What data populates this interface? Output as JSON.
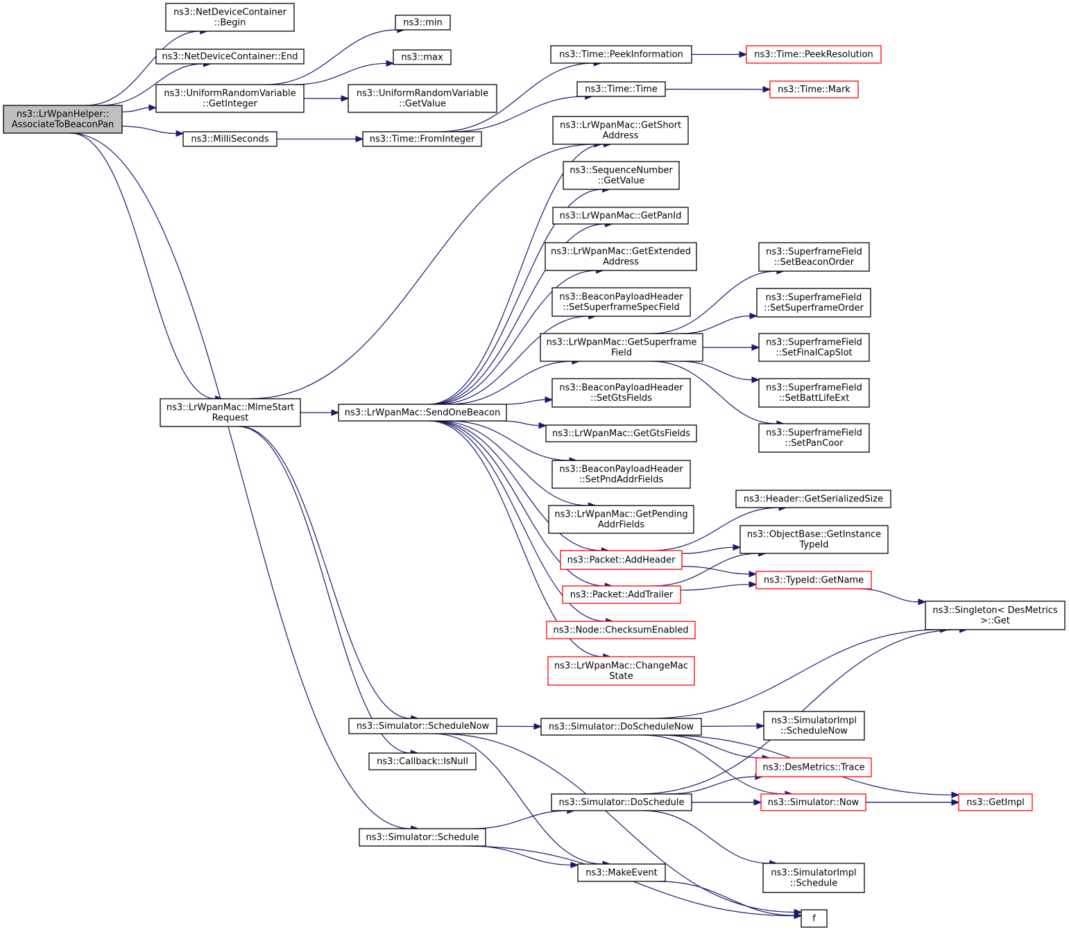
{
  "nodes": [
    {
      "id": "root",
      "lines": [
        "ns3::LrWpanHelper::",
        "AssociateToBeaconPan"
      ],
      "style": "root"
    },
    {
      "id": "ndc_begin",
      "lines": [
        "ns3::NetDeviceContainer",
        "::Begin"
      ],
      "style": "normal"
    },
    {
      "id": "ndc_end",
      "lines": [
        "ns3::NetDeviceContainer::End"
      ],
      "style": "normal"
    },
    {
      "id": "urv_getint",
      "lines": [
        "ns3::UniformRandomVariable",
        "::GetInteger"
      ],
      "style": "normal"
    },
    {
      "id": "min",
      "lines": [
        "ns3::min"
      ],
      "style": "normal"
    },
    {
      "id": "max",
      "lines": [
        "ns3::max"
      ],
      "style": "normal"
    },
    {
      "id": "urv_getval",
      "lines": [
        "ns3::UniformRandomVariable",
        "::GetValue"
      ],
      "style": "normal"
    },
    {
      "id": "millis",
      "lines": [
        "ns3::MilliSeconds"
      ],
      "style": "normal"
    },
    {
      "id": "fromint",
      "lines": [
        "ns3::Time::FromInteger"
      ],
      "style": "normal"
    },
    {
      "id": "peekinfo",
      "lines": [
        "ns3::Time::PeekInformation"
      ],
      "style": "normal"
    },
    {
      "id": "peekres",
      "lines": [
        "ns3::Time::PeekResolution"
      ],
      "style": "red"
    },
    {
      "id": "time",
      "lines": [
        "ns3::Time::Time"
      ],
      "style": "normal"
    },
    {
      "id": "mark",
      "lines": [
        "ns3::Time::Mark"
      ],
      "style": "red"
    },
    {
      "id": "getshort",
      "lines": [
        "ns3::LrWpanMac::GetShort",
        "Address"
      ],
      "style": "normal"
    },
    {
      "id": "seqnum",
      "lines": [
        "ns3::SequenceNumber",
        "::GetValue"
      ],
      "style": "normal"
    },
    {
      "id": "getpanid",
      "lines": [
        "ns3::LrWpanMac::GetPanId"
      ],
      "style": "normal"
    },
    {
      "id": "getext",
      "lines": [
        "ns3::LrWpanMac::GetExtended",
        "Address"
      ],
      "style": "normal"
    },
    {
      "id": "setsfspec",
      "lines": [
        "ns3::BeaconPayloadHeader",
        "::SetSuperframeSpecField"
      ],
      "style": "normal"
    },
    {
      "id": "getsf",
      "lines": [
        "ns3::LrWpanMac::GetSuperframe",
        "Field"
      ],
      "style": "normal"
    },
    {
      "id": "setgts",
      "lines": [
        "ns3::BeaconPayloadHeader",
        "::SetGtsFields"
      ],
      "style": "normal"
    },
    {
      "id": "getgts",
      "lines": [
        "ns3::LrWpanMac::GetGtsFields"
      ],
      "style": "normal"
    },
    {
      "id": "setpnd",
      "lines": [
        "ns3::BeaconPayloadHeader",
        "::SetPndAddrFields"
      ],
      "style": "normal"
    },
    {
      "id": "getpend",
      "lines": [
        "ns3::LrWpanMac::GetPending",
        "AddrFields"
      ],
      "style": "normal"
    },
    {
      "id": "addheader",
      "lines": [
        "ns3::Packet::AddHeader"
      ],
      "style": "red"
    },
    {
      "id": "addtrailer",
      "lines": [
        "ns3::Packet::AddTrailer"
      ],
      "style": "red"
    },
    {
      "id": "checksum",
      "lines": [
        "ns3::Node::ChecksumEnabled"
      ],
      "style": "red"
    },
    {
      "id": "changemac",
      "lines": [
        "ns3::LrWpanMac::ChangeMac",
        "State"
      ],
      "style": "red"
    },
    {
      "id": "sf_bo",
      "lines": [
        "ns3::SuperframeField",
        "::SetBeaconOrder"
      ],
      "style": "normal"
    },
    {
      "id": "sf_so",
      "lines": [
        "ns3::SuperframeField",
        "::SetSuperframeOrder"
      ],
      "style": "normal"
    },
    {
      "id": "sf_fcs",
      "lines": [
        "ns3::SuperframeField",
        "::SetFinalCapSlot"
      ],
      "style": "normal"
    },
    {
      "id": "sf_ble",
      "lines": [
        "ns3::SuperframeField",
        "::SetBattLifeExt"
      ],
      "style": "normal"
    },
    {
      "id": "sf_pc",
      "lines": [
        "ns3::SuperframeField",
        "::SetPanCoor"
      ],
      "style": "normal"
    },
    {
      "id": "hdr_size",
      "lines": [
        "ns3::Header::GetSerializedSize"
      ],
      "style": "normal"
    },
    {
      "id": "ob_tid",
      "lines": [
        "ns3::ObjectBase::GetInstance",
        "TypeId"
      ],
      "style": "normal"
    },
    {
      "id": "tid_name",
      "lines": [
        "ns3::TypeId::GetName"
      ],
      "style": "red"
    },
    {
      "id": "singleton",
      "lines": [
        "ns3::Singleton< DesMetrics",
        ">::Get"
      ],
      "style": "normal"
    },
    {
      "id": "mlme",
      "lines": [
        "ns3::LrWpanMac::MlmeStart",
        "Request"
      ],
      "style": "normal"
    },
    {
      "id": "sendbeacon",
      "lines": [
        "ns3::LrWpanMac::SendOneBeacon"
      ],
      "style": "normal"
    },
    {
      "id": "schednow",
      "lines": [
        "ns3::Simulator::ScheduleNow"
      ],
      "style": "normal"
    },
    {
      "id": "doschednow",
      "lines": [
        "ns3::Simulator::DoScheduleNow"
      ],
      "style": "normal"
    },
    {
      "id": "simimpl_sn",
      "lines": [
        "ns3::SimulatorImpl",
        "::ScheduleNow"
      ],
      "style": "normal"
    },
    {
      "id": "desmetrics",
      "lines": [
        "ns3::DesMetrics::Trace"
      ],
      "style": "red"
    },
    {
      "id": "isnull",
      "lines": [
        "ns3::Callback::IsNull"
      ],
      "style": "normal"
    },
    {
      "id": "dosched",
      "lines": [
        "ns3::Simulator::DoSchedule"
      ],
      "style": "normal"
    },
    {
      "id": "simnow",
      "lines": [
        "ns3::Simulator::Now"
      ],
      "style": "red"
    },
    {
      "id": "getimpl",
      "lines": [
        "ns3::GetImpl"
      ],
      "style": "red"
    },
    {
      "id": "sched",
      "lines": [
        "ns3::Simulator::Schedule"
      ],
      "style": "normal"
    },
    {
      "id": "makeevent",
      "lines": [
        "ns3::MakeEvent"
      ],
      "style": "normal"
    },
    {
      "id": "simimpl_s",
      "lines": [
        "ns3::SimulatorImpl",
        "::Schedule"
      ],
      "style": "normal"
    },
    {
      "id": "f",
      "lines": [
        "f"
      ],
      "style": "normal"
    }
  ],
  "edges": [
    [
      "root",
      "ndc_begin"
    ],
    [
      "root",
      "ndc_end"
    ],
    [
      "root",
      "urv_getint"
    ],
    [
      "root",
      "millis"
    ],
    [
      "root",
      "mlme"
    ],
    [
      "root",
      "sched"
    ],
    [
      "urv_getint",
      "min"
    ],
    [
      "urv_getint",
      "max"
    ],
    [
      "urv_getint",
      "urv_getval"
    ],
    [
      "millis",
      "fromint"
    ],
    [
      "fromint",
      "peekinfo"
    ],
    [
      "fromint",
      "time"
    ],
    [
      "peekinfo",
      "peekres"
    ],
    [
      "time",
      "mark"
    ],
    [
      "mlme",
      "getshort"
    ],
    [
      "mlme",
      "sendbeacon"
    ],
    [
      "mlme",
      "schednow"
    ],
    [
      "mlme",
      "isnull"
    ],
    [
      "sendbeacon",
      "getshort"
    ],
    [
      "sendbeacon",
      "seqnum"
    ],
    [
      "sendbeacon",
      "getpanid"
    ],
    [
      "sendbeacon",
      "getext"
    ],
    [
      "sendbeacon",
      "setsfspec"
    ],
    [
      "sendbeacon",
      "getsf"
    ],
    [
      "sendbeacon",
      "setgts"
    ],
    [
      "sendbeacon",
      "getgts"
    ],
    [
      "sendbeacon",
      "setpnd"
    ],
    [
      "sendbeacon",
      "getpend"
    ],
    [
      "sendbeacon",
      "addheader"
    ],
    [
      "sendbeacon",
      "addtrailer"
    ],
    [
      "sendbeacon",
      "checksum"
    ],
    [
      "sendbeacon",
      "changemac"
    ],
    [
      "getsf",
      "sf_bo"
    ],
    [
      "getsf",
      "sf_so"
    ],
    [
      "getsf",
      "sf_fcs"
    ],
    [
      "getsf",
      "sf_ble"
    ],
    [
      "getsf",
      "sf_pc"
    ],
    [
      "addheader",
      "hdr_size"
    ],
    [
      "addheader",
      "ob_tid"
    ],
    [
      "addheader",
      "tid_name"
    ],
    [
      "addtrailer",
      "ob_tid"
    ],
    [
      "addtrailer",
      "tid_name"
    ],
    [
      "tid_name",
      "singleton"
    ],
    [
      "schednow",
      "doschednow"
    ],
    [
      "schednow",
      "makeevent"
    ],
    [
      "schednow",
      "f"
    ],
    [
      "doschednow",
      "singleton"
    ],
    [
      "doschednow",
      "getimpl"
    ],
    [
      "doschednow",
      "simimpl_sn"
    ],
    [
      "doschednow",
      "desmetrics"
    ],
    [
      "doschednow",
      "simnow"
    ],
    [
      "dosched",
      "singleton"
    ],
    [
      "dosched",
      "desmetrics"
    ],
    [
      "dosched",
      "simnow"
    ],
    [
      "dosched",
      "getimpl"
    ],
    [
      "dosched",
      "simimpl_s"
    ],
    [
      "simnow",
      "getimpl"
    ],
    [
      "sched",
      "dosched"
    ],
    [
      "sched",
      "makeevent"
    ],
    [
      "sched",
      "f"
    ],
    [
      "makeevent",
      "f"
    ]
  ]
}
